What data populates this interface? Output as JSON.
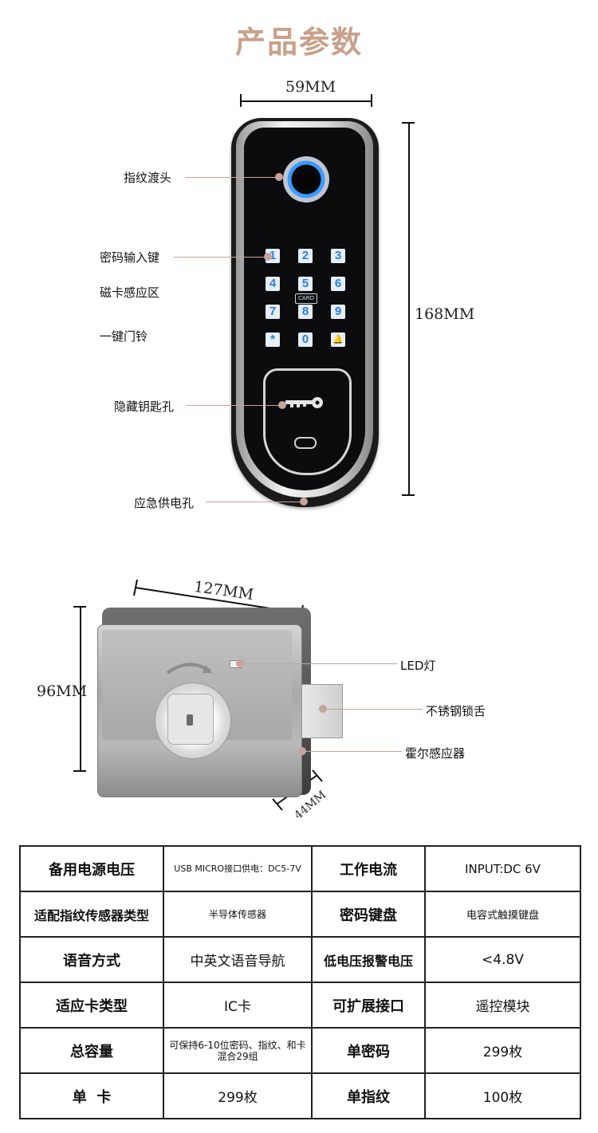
{
  "title": "产品参数",
  "front_view": {
    "width_label": "59MM",
    "height_label": "168MM",
    "callouts": [
      {
        "label": "指纹渡头"
      },
      {
        "label": "密码输入键"
      },
      {
        "label": "磁卡感应区"
      },
      {
        "label": "一键门铃"
      },
      {
        "label": "隐藏钥匙孔"
      },
      {
        "label": "应急供电孔"
      }
    ],
    "keypad": [
      "1",
      "2",
      "3",
      "4",
      "5",
      "6",
      "7",
      "8",
      "9",
      "*",
      "0",
      "🔔"
    ],
    "card_label": "CARD"
  },
  "side_view": {
    "width_label": "127MM",
    "height_label": "96MM",
    "depth_label": "44MM",
    "callouts": [
      {
        "label": "LED灯"
      },
      {
        "label": "不锈钢锁舌"
      },
      {
        "label": "霍尔感应器"
      }
    ]
  },
  "specs": {
    "rows": [
      [
        {
          "label": "备用电源电压",
          "value": "USB MICRO接口供电：DC5-7V"
        },
        {
          "label": "工作电流",
          "value": "INPUT:DC 6V"
        }
      ],
      [
        {
          "label": "适配指纹传感器类型",
          "value": "半导体传感器"
        },
        {
          "label": "密码键盘",
          "value": "电容式触摸键盘"
        }
      ],
      [
        {
          "label": "语音方式",
          "value": "中英文语音导航"
        },
        {
          "label": "低电压报警电压",
          "value": "<4.8V"
        }
      ],
      [
        {
          "label": "适应卡类型",
          "value": "IC卡"
        },
        {
          "label": "可扩展接口",
          "value": "遥控模块"
        }
      ],
      [
        {
          "label": "总容量",
          "value": "可保持6-10位密码、指纹、和卡混合29组"
        },
        {
          "label": "单密码",
          "value": "299枚"
        }
      ],
      [
        {
          "label": "单  卡",
          "value": "299枚"
        },
        {
          "label": "单指纹",
          "value": "100枚"
        }
      ]
    ]
  },
  "colors": {
    "title": "#c9a08a",
    "leader": "#c8a39a",
    "key_digit": "#2a7fe0",
    "fingerprint_ring": "#3a9bff"
  }
}
